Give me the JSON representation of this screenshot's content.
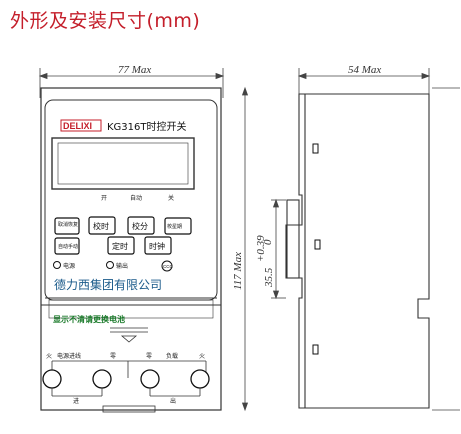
{
  "title": "外形及安装尺寸(mm)",
  "dimensions": {
    "width": "77 Max",
    "depth": "54 Max",
    "height": "117 Max",
    "rail": "35.5",
    "tol_upper": "+0.39",
    "tol_lower": "0"
  },
  "device": {
    "brand": "DELIXI",
    "model": "KG316T时控开关",
    "display_labels": [
      "开",
      "自动",
      "关"
    ],
    "buttons_row1": [
      "取消恢复",
      "校时",
      "校分",
      "校星期"
    ],
    "buttons_row2": [
      "自动手动",
      "定时",
      "时钟"
    ],
    "indicator_power": "电源",
    "indicator_output": "输出",
    "ccc": "CCC",
    "company": "德力西集团有限公司",
    "warning": "显示不清请更换电池",
    "terminals_top": [
      "火",
      "电源进线",
      "零",
      "零",
      "负载",
      "火"
    ],
    "terminals_bottom": [
      "进",
      "出"
    ]
  },
  "colors": {
    "title": "#c41e2a",
    "outline": "#333333",
    "warning": "#1a7a2a",
    "accent_red": "#c41e2a"
  }
}
